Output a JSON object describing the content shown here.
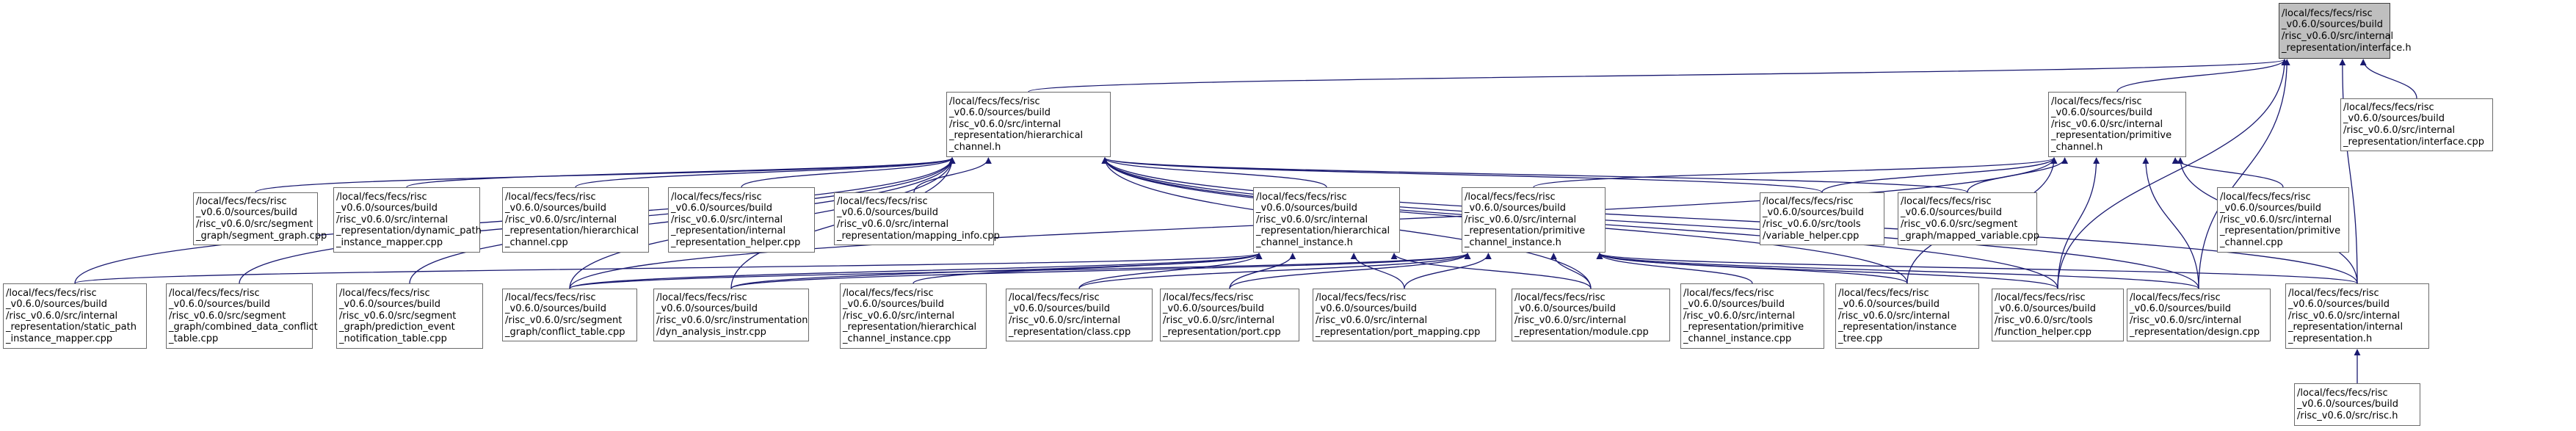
{
  "colors": {
    "edge": "#191970",
    "node_border": "#6b6b6b",
    "node_fill": "#ffffff",
    "root_fill": "#bfbfbf"
  },
  "nodes": {
    "interface_h": "/local/fecs/fecs/risc\n_v0.6.0/sources/build\n/risc_v0.6.0/src/internal\n_representation/interface.h",
    "hierarchical_channel_h": "/local/fecs/fecs/risc\n_v0.6.0/sources/build\n/risc_v0.6.0/src/internal\n_representation/hierarchical\n_channel.h",
    "primitive_channel_h": "/local/fecs/fecs/risc\n_v0.6.0/sources/build\n/risc_v0.6.0/src/internal\n_representation/primitive\n_channel.h",
    "interface_cpp": "/local/fecs/fecs/risc\n_v0.6.0/sources/build\n/risc_v0.6.0/src/internal\n_representation/interface.cpp",
    "segment_graph_cpp": "/local/fecs/fecs/risc\n_v0.6.0/sources/build\n/risc_v0.6.0/src/segment\n_graph/segment_graph.cpp",
    "dynamic_path_instance_mapper_cpp": "/local/fecs/fecs/risc\n_v0.6.0/sources/build\n/risc_v0.6.0/src/internal\n_representation/dynamic_path\n_instance_mapper.cpp",
    "hierarchical_channel_cpp": "/local/fecs/fecs/risc\n_v0.6.0/sources/build\n/risc_v0.6.0/src/internal\n_representation/hierarchical\n_channel.cpp",
    "internal_representation_helper_cpp": "/local/fecs/fecs/risc\n_v0.6.0/sources/build\n/risc_v0.6.0/src/internal\n_representation/internal\n_representation_helper.cpp",
    "mapping_info_cpp": "/local/fecs/fecs/risc\n_v0.6.0/sources/build\n/risc_v0.6.0/src/internal\n_representation/mapping_info.cpp",
    "hierarchical_channel_instance_h": "/local/fecs/fecs/risc\n_v0.6.0/sources/build\n/risc_v0.6.0/src/internal\n_representation/hierarchical\n_channel_instance.h",
    "primitive_channel_instance_h": "/local/fecs/fecs/risc\n_v0.6.0/sources/build\n/risc_v0.6.0/src/internal\n_representation/primitive\n_channel_instance.h",
    "variable_helper_cpp": "/local/fecs/fecs/risc\n_v0.6.0/sources/build\n/risc_v0.6.0/src/tools\n/variable_helper.cpp",
    "mapped_variable_cpp": "/local/fecs/fecs/risc\n_v0.6.0/sources/build\n/risc_v0.6.0/src/segment\n_graph/mapped_variable.cpp",
    "primitive_channel_cpp": "/local/fecs/fecs/risc\n_v0.6.0/sources/build\n/risc_v0.6.0/src/internal\n_representation/primitive\n_channel.cpp",
    "static_path_instance_mapper_cpp": "/local/fecs/fecs/risc\n_v0.6.0/sources/build\n/risc_v0.6.0/src/internal\n_representation/static_path\n_instance_mapper.cpp",
    "combined_data_conflict_table_cpp": "/local/fecs/fecs/risc\n_v0.6.0/sources/build\n/risc_v0.6.0/src/segment\n_graph/combined_data_conflict\n_table.cpp",
    "prediction_event_notification_table_cpp": "/local/fecs/fecs/risc\n_v0.6.0/sources/build\n/risc_v0.6.0/src/segment\n_graph/prediction_event\n_notification_table.cpp",
    "conflict_table_cpp": "/local/fecs/fecs/risc\n_v0.6.0/sources/build\n/risc_v0.6.0/src/segment\n_graph/conflict_table.cpp",
    "dyn_analysis_instr_cpp": "/local/fecs/fecs/risc\n_v0.6.0/sources/build\n/risc_v0.6.0/src/instrumentation\n/dyn_analysis_instr.cpp",
    "hierarchical_channel_instance_cpp": "/local/fecs/fecs/risc\n_v0.6.0/sources/build\n/risc_v0.6.0/src/internal\n_representation/hierarchical\n_channel_instance.cpp",
    "class_cpp": "/local/fecs/fecs/risc\n_v0.6.0/sources/build\n/risc_v0.6.0/src/internal\n_representation/class.cpp",
    "port_cpp": "/local/fecs/fecs/risc\n_v0.6.0/sources/build\n/risc_v0.6.0/src/internal\n_representation/port.cpp",
    "port_mapping_cpp": "/local/fecs/fecs/risc\n_v0.6.0/sources/build\n/risc_v0.6.0/src/internal\n_representation/port_mapping.cpp",
    "module_cpp": "/local/fecs/fecs/risc\n_v0.6.0/sources/build\n/risc_v0.6.0/src/internal\n_representation/module.cpp",
    "primitive_channel_instance_cpp": "/local/fecs/fecs/risc\n_v0.6.0/sources/build\n/risc_v0.6.0/src/internal\n_representation/primitive\n_channel_instance.cpp",
    "instance_tree_cpp": "/local/fecs/fecs/risc\n_v0.6.0/sources/build\n/risc_v0.6.0/src/internal\n_representation/instance\n_tree.cpp",
    "function_helper_cpp": "/local/fecs/fecs/risc\n_v0.6.0/sources/build\n/risc_v0.6.0/src/tools\n/function_helper.cpp",
    "design_cpp": "/local/fecs/fecs/risc\n_v0.6.0/sources/build\n/risc_v0.6.0/src/internal\n_representation/design.cpp",
    "internal_representation_h": "/local/fecs/fecs/risc\n_v0.6.0/sources/build\n/risc_v0.6.0/src/internal\n_representation/internal\n_representation.h",
    "risc_h": "/local/fecs/fecs/risc\n_v0.6.0/sources/build\n/risc_v0.6.0/src/risc.h"
  },
  "edges": [
    [
      "hierarchical_channel_h",
      "interface_h"
    ],
    [
      "primitive_channel_h",
      "interface_h"
    ],
    [
      "interface_cpp",
      "interface_h"
    ],
    [
      "design_cpp",
      "interface_h"
    ],
    [
      "internal_representation_h",
      "interface_h"
    ],
    [
      "function_helper_cpp",
      "interface_h"
    ],
    [
      "segment_graph_cpp",
      "hierarchical_channel_h"
    ],
    [
      "dynamic_path_instance_mapper_cpp",
      "hierarchical_channel_h"
    ],
    [
      "hierarchical_channel_cpp",
      "hierarchical_channel_h"
    ],
    [
      "internal_representation_helper_cpp",
      "hierarchical_channel_h"
    ],
    [
      "mapping_info_cpp",
      "hierarchical_channel_h"
    ],
    [
      "hierarchical_channel_instance_h",
      "hierarchical_channel_h"
    ],
    [
      "variable_helper_cpp",
      "hierarchical_channel_h"
    ],
    [
      "mapped_variable_cpp",
      "hierarchical_channel_h"
    ],
    [
      "static_path_instance_mapper_cpp",
      "hierarchical_channel_h"
    ],
    [
      "combined_data_conflict_table_cpp",
      "hierarchical_channel_h"
    ],
    [
      "prediction_event_notification_table_cpp",
      "hierarchical_channel_h"
    ],
    [
      "conflict_table_cpp",
      "hierarchical_channel_h"
    ],
    [
      "dyn_analysis_instr_cpp",
      "hierarchical_channel_h"
    ],
    [
      "module_cpp",
      "hierarchical_channel_h"
    ],
    [
      "instance_tree_cpp",
      "hierarchical_channel_h"
    ],
    [
      "function_helper_cpp",
      "hierarchical_channel_h"
    ],
    [
      "design_cpp",
      "hierarchical_channel_h"
    ],
    [
      "internal_representation_h",
      "hierarchical_channel_h"
    ],
    [
      "primitive_channel_cpp",
      "primitive_channel_h"
    ],
    [
      "primitive_channel_instance_h",
      "primitive_channel_h"
    ],
    [
      "variable_helper_cpp",
      "primitive_channel_h"
    ],
    [
      "mapped_variable_cpp",
      "primitive_channel_h"
    ],
    [
      "conflict_table_cpp",
      "primitive_channel_h"
    ],
    [
      "instance_tree_cpp",
      "primitive_channel_h"
    ],
    [
      "function_helper_cpp",
      "primitive_channel_h"
    ],
    [
      "design_cpp",
      "primitive_channel_h"
    ],
    [
      "internal_representation_h",
      "primitive_channel_h"
    ],
    [
      "static_path_instance_mapper_cpp",
      "hierarchical_channel_instance_h"
    ],
    [
      "conflict_table_cpp",
      "hierarchical_channel_instance_h"
    ],
    [
      "dyn_analysis_instr_cpp",
      "hierarchical_channel_instance_h"
    ],
    [
      "hierarchical_channel_instance_cpp",
      "hierarchical_channel_instance_h"
    ],
    [
      "class_cpp",
      "hierarchical_channel_instance_h"
    ],
    [
      "port_cpp",
      "hierarchical_channel_instance_h"
    ],
    [
      "port_mapping_cpp",
      "hierarchical_channel_instance_h"
    ],
    [
      "module_cpp",
      "hierarchical_channel_instance_h"
    ],
    [
      "conflict_table_cpp",
      "primitive_channel_instance_h"
    ],
    [
      "dyn_analysis_instr_cpp",
      "primitive_channel_instance_h"
    ],
    [
      "class_cpp",
      "primitive_channel_instance_h"
    ],
    [
      "port_cpp",
      "primitive_channel_instance_h"
    ],
    [
      "port_mapping_cpp",
      "primitive_channel_instance_h"
    ],
    [
      "module_cpp",
      "primitive_channel_instance_h"
    ],
    [
      "primitive_channel_instance_cpp",
      "primitive_channel_instance_h"
    ],
    [
      "instance_tree_cpp",
      "primitive_channel_instance_h"
    ],
    [
      "function_helper_cpp",
      "primitive_channel_instance_h"
    ],
    [
      "design_cpp",
      "primitive_channel_instance_h"
    ],
    [
      "internal_representation_h",
      "primitive_channel_instance_h"
    ],
    [
      "risc_h",
      "internal_representation_h"
    ]
  ]
}
